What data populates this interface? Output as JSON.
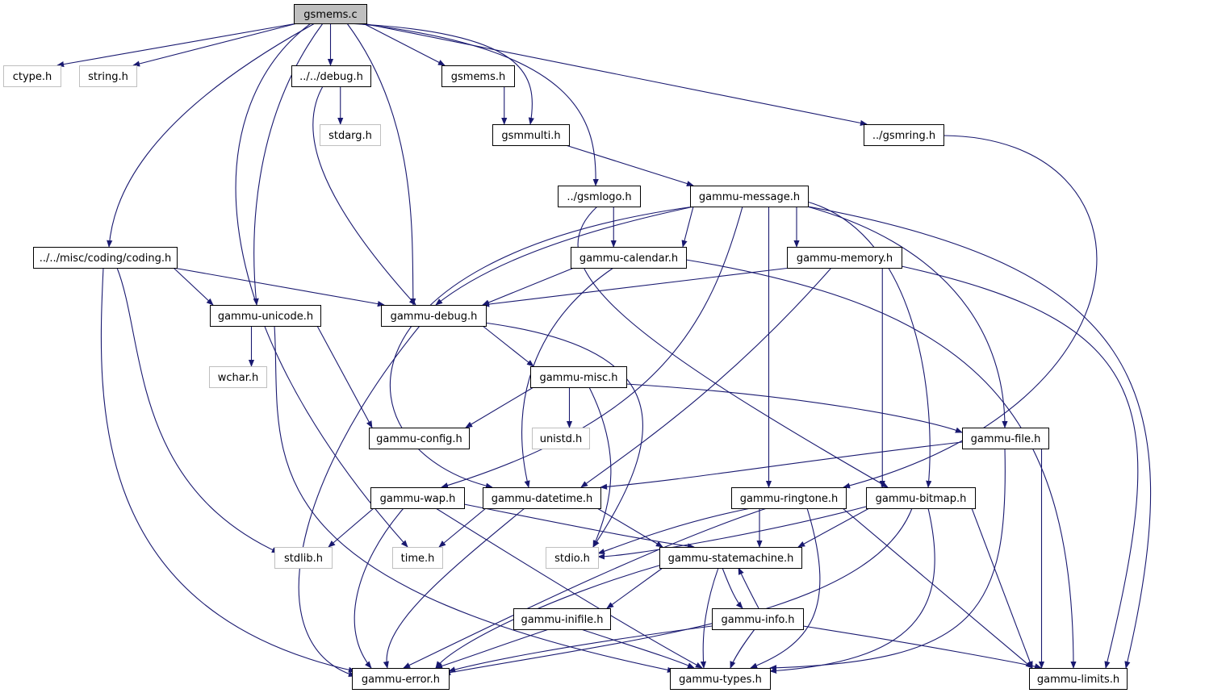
{
  "colors": {
    "edge": "#191970",
    "node_border": "#000000",
    "external_border": "#bfbfbf",
    "root_fill": "#bfbfbf",
    "node_fill": "#ffffff"
  },
  "nodes": [
    {
      "id": "gsmems_c",
      "label": "gsmems.c",
      "kind": "root"
    },
    {
      "id": "ctype_h",
      "label": "ctype.h",
      "kind": "external"
    },
    {
      "id": "string_h",
      "label": "string.h",
      "kind": "external"
    },
    {
      "id": "debug_h",
      "label": "../../debug.h",
      "kind": "file"
    },
    {
      "id": "gsmems_h",
      "label": "gsmems.h",
      "kind": "file"
    },
    {
      "id": "stdarg_h",
      "label": "stdarg.h",
      "kind": "external"
    },
    {
      "id": "gsmmulti_h",
      "label": "gsmmulti.h",
      "kind": "file"
    },
    {
      "id": "gsmring_h",
      "label": "../gsmring.h",
      "kind": "file"
    },
    {
      "id": "gsmlogo_h",
      "label": "../gsmlogo.h",
      "kind": "file"
    },
    {
      "id": "gammu_message_h",
      "label": "gammu-message.h",
      "kind": "file"
    },
    {
      "id": "coding_h",
      "label": "../../misc/coding/coding.h",
      "kind": "file"
    },
    {
      "id": "gammu_calendar_h",
      "label": "gammu-calendar.h",
      "kind": "file"
    },
    {
      "id": "gammu_memory_h",
      "label": "gammu-memory.h",
      "kind": "file"
    },
    {
      "id": "gammu_unicode_h",
      "label": "gammu-unicode.h",
      "kind": "file"
    },
    {
      "id": "gammu_debug_h",
      "label": "gammu-debug.h",
      "kind": "file"
    },
    {
      "id": "wchar_h",
      "label": "wchar.h",
      "kind": "external"
    },
    {
      "id": "gammu_misc_h",
      "label": "gammu-misc.h",
      "kind": "file"
    },
    {
      "id": "gammu_config_h",
      "label": "gammu-config.h",
      "kind": "file"
    },
    {
      "id": "unistd_h",
      "label": "unistd.h",
      "kind": "external"
    },
    {
      "id": "gammu_file_h",
      "label": "gammu-file.h",
      "kind": "file"
    },
    {
      "id": "gammu_wap_h",
      "label": "gammu-wap.h",
      "kind": "file"
    },
    {
      "id": "gammu_datetime_h",
      "label": "gammu-datetime.h",
      "kind": "file"
    },
    {
      "id": "gammu_ringtone_h",
      "label": "gammu-ringtone.h",
      "kind": "file"
    },
    {
      "id": "gammu_bitmap_h",
      "label": "gammu-bitmap.h",
      "kind": "file"
    },
    {
      "id": "stdlib_h",
      "label": "stdlib.h",
      "kind": "external"
    },
    {
      "id": "time_h",
      "label": "time.h",
      "kind": "external"
    },
    {
      "id": "stdio_h",
      "label": "stdio.h",
      "kind": "external"
    },
    {
      "id": "gammu_statemachine_h",
      "label": "gammu-statemachine.h",
      "kind": "file"
    },
    {
      "id": "gammu_inifile_h",
      "label": "gammu-inifile.h",
      "kind": "file"
    },
    {
      "id": "gammu_info_h",
      "label": "gammu-info.h",
      "kind": "file"
    },
    {
      "id": "gammu_error_h",
      "label": "gammu-error.h",
      "kind": "file"
    },
    {
      "id": "gammu_types_h",
      "label": "gammu-types.h",
      "kind": "file"
    },
    {
      "id": "gammu_limits_h",
      "label": "gammu-limits.h",
      "kind": "file"
    }
  ],
  "edges": [
    [
      "gsmems_c",
      "ctype_h"
    ],
    [
      "gsmems_c",
      "string_h"
    ],
    [
      "gsmems_c",
      "debug_h"
    ],
    [
      "gsmems_c",
      "gsmems_h"
    ],
    [
      "gsmems_c",
      "gsmmulti_h"
    ],
    [
      "gsmems_c",
      "gsmring_h"
    ],
    [
      "gsmems_c",
      "gsmlogo_h"
    ],
    [
      "gsmems_c",
      "coding_h"
    ],
    [
      "gsmems_c",
      "gammu_unicode_h"
    ],
    [
      "gsmems_c",
      "gammu_debug_h"
    ],
    [
      "gsmems_c",
      "time_h"
    ],
    [
      "debug_h",
      "stdarg_h"
    ],
    [
      "debug_h",
      "gammu_debug_h"
    ],
    [
      "gsmems_h",
      "gsmmulti_h"
    ],
    [
      "gsmmulti_h",
      "gammu_message_h"
    ],
    [
      "gsmring_h",
      "gammu_ringtone_h"
    ],
    [
      "gsmlogo_h",
      "gammu_calendar_h"
    ],
    [
      "gsmlogo_h",
      "gammu_bitmap_h"
    ],
    [
      "gammu_message_h",
      "gammu_calendar_h"
    ],
    [
      "gammu_message_h",
      "gammu_memory_h"
    ],
    [
      "gammu_message_h",
      "gammu_debug_h"
    ],
    [
      "gammu_message_h",
      "gammu_datetime_h"
    ],
    [
      "gammu_message_h",
      "gammu_wap_h"
    ],
    [
      "gammu_message_h",
      "gammu_ringtone_h"
    ],
    [
      "gammu_message_h",
      "gammu_bitmap_h"
    ],
    [
      "gammu_message_h",
      "gammu_file_h"
    ],
    [
      "gammu_message_h",
      "gammu_limits_h"
    ],
    [
      "coding_h",
      "gammu_unicode_h"
    ],
    [
      "coding_h",
      "gammu_debug_h"
    ],
    [
      "coding_h",
      "stdlib_h"
    ],
    [
      "coding_h",
      "gammu_error_h"
    ],
    [
      "gammu_calendar_h",
      "gammu_debug_h"
    ],
    [
      "gammu_calendar_h",
      "gammu_datetime_h"
    ],
    [
      "gammu_calendar_h",
      "gammu_limits_h"
    ],
    [
      "gammu_memory_h",
      "gammu_debug_h"
    ],
    [
      "gammu_memory_h",
      "gammu_datetime_h"
    ],
    [
      "gammu_memory_h",
      "gammu_bitmap_h"
    ],
    [
      "gammu_memory_h",
      "gammu_limits_h"
    ],
    [
      "gammu_unicode_h",
      "wchar_h"
    ],
    [
      "gammu_unicode_h",
      "gammu_config_h"
    ],
    [
      "gammu_unicode_h",
      "gammu_types_h"
    ],
    [
      "gammu_debug_h",
      "gammu_misc_h"
    ],
    [
      "gammu_debug_h",
      "stdio_h"
    ],
    [
      "gammu_debug_h",
      "gammu_error_h"
    ],
    [
      "gammu_misc_h",
      "gammu_config_h"
    ],
    [
      "gammu_misc_h",
      "unistd_h"
    ],
    [
      "gammu_misc_h",
      "stdio_h"
    ],
    [
      "gammu_misc_h",
      "gammu_file_h"
    ],
    [
      "gammu_file_h",
      "gammu_datetime_h"
    ],
    [
      "gammu_file_h",
      "gammu_types_h"
    ],
    [
      "gammu_file_h",
      "gammu_limits_h"
    ],
    [
      "gammu_wap_h",
      "stdlib_h"
    ],
    [
      "gammu_wap_h",
      "gammu_statemachine_h"
    ],
    [
      "gammu_wap_h",
      "gammu_error_h"
    ],
    [
      "gammu_wap_h",
      "gammu_types_h"
    ],
    [
      "gammu_datetime_h",
      "time_h"
    ],
    [
      "gammu_datetime_h",
      "gammu_statemachine_h"
    ],
    [
      "gammu_datetime_h",
      "gammu_error_h"
    ],
    [
      "gammu_ringtone_h",
      "stdio_h"
    ],
    [
      "gammu_ringtone_h",
      "gammu_statemachine_h"
    ],
    [
      "gammu_ringtone_h",
      "gammu_error_h"
    ],
    [
      "gammu_ringtone_h",
      "gammu_types_h"
    ],
    [
      "gammu_ringtone_h",
      "gammu_limits_h"
    ],
    [
      "gammu_bitmap_h",
      "stdio_h"
    ],
    [
      "gammu_bitmap_h",
      "gammu_statemachine_h"
    ],
    [
      "gammu_bitmap_h",
      "gammu_error_h"
    ],
    [
      "gammu_bitmap_h",
      "gammu_types_h"
    ],
    [
      "gammu_bitmap_h",
      "gammu_limits_h"
    ],
    [
      "gammu_statemachine_h",
      "gammu_inifile_h"
    ],
    [
      "gammu_statemachine_h",
      "gammu_info_h"
    ],
    [
      "gammu_statemachine_h",
      "gammu_error_h"
    ],
    [
      "gammu_statemachine_h",
      "gammu_types_h"
    ],
    [
      "gammu_info_h",
      "gammu_statemachine_h"
    ],
    [
      "gammu_info_h",
      "gammu_error_h"
    ],
    [
      "gammu_info_h",
      "gammu_types_h"
    ],
    [
      "gammu_info_h",
      "gammu_limits_h"
    ],
    [
      "gammu_inifile_h",
      "gammu_error_h"
    ],
    [
      "gammu_inifile_h",
      "gammu_types_h"
    ]
  ]
}
